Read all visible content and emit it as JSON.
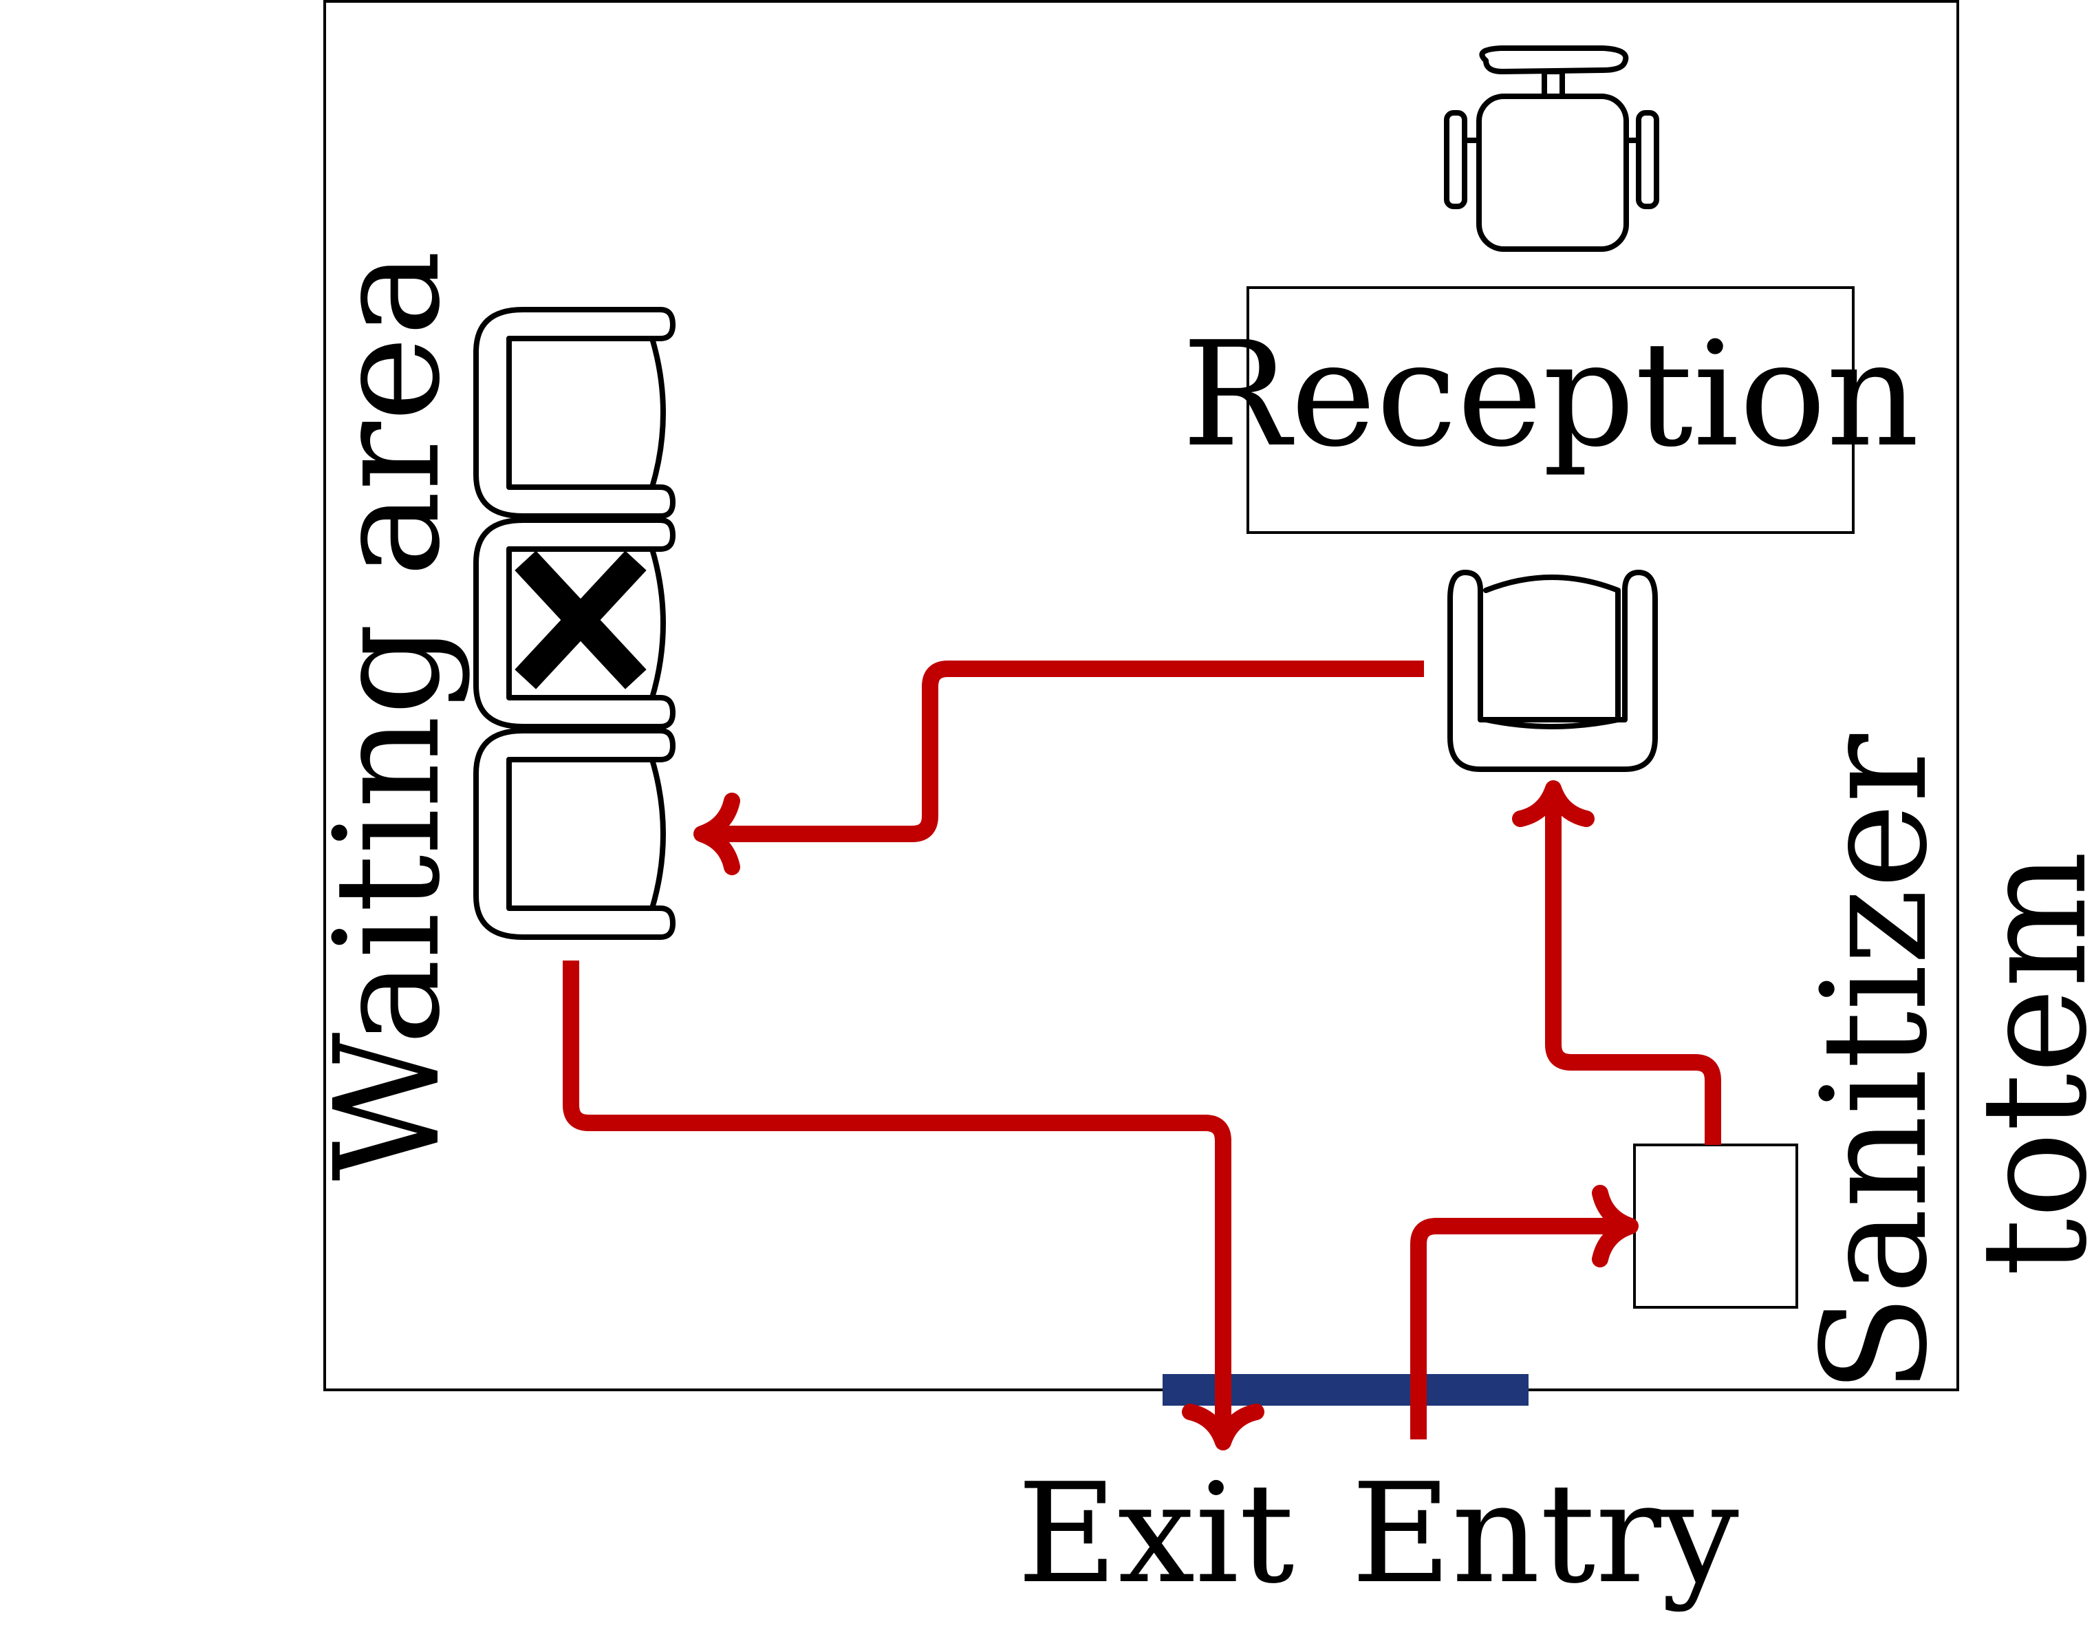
{
  "labels": {
    "reception": "Reception",
    "waiting_area": "Waiting area",
    "sanitizer_line1": "Sanitizer",
    "sanitizer_line2": "totem",
    "exit": "Exit",
    "entry": "Entry"
  },
  "colors": {
    "route": "#c00000",
    "door": "#1f3678",
    "outline": "#000000"
  },
  "icons": {
    "occupied_seat_marker": "x-mark-icon"
  }
}
